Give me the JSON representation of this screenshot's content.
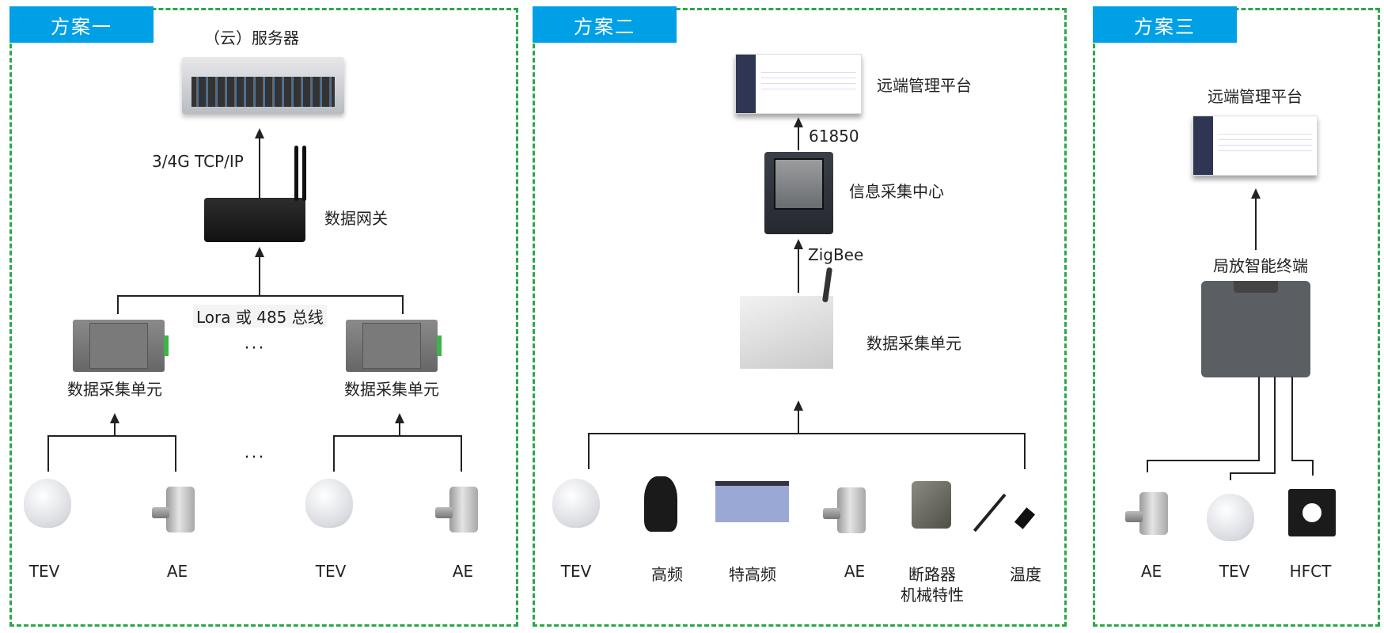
{
  "colors": {
    "tab": "#00a0e6",
    "border": "#2aa84a"
  },
  "scheme1": {
    "title": "方案一",
    "server_label": "（云）服务器",
    "link_label": "3/4G TCP/IP",
    "gateway_label": "数据网关",
    "bus_label": "Lora 或 485 总线",
    "dcu_label": "数据采集单元",
    "ellipsis": "···",
    "sensors": [
      "TEV",
      "AE",
      "TEV",
      "AE"
    ]
  },
  "scheme2": {
    "title": "方案二",
    "platform_label": "远端管理平台",
    "protocol_label": "61850",
    "center_label": "信息采集中心",
    "wireless_label": "ZigBee",
    "dcu_label": "数据采集单元",
    "sensors": [
      "TEV",
      "高频",
      "特高频",
      "AE",
      "断路器\n机械特性",
      "温度"
    ],
    "sensor_cb_line1": "断路器",
    "sensor_cb_line2": "机械特性"
  },
  "scheme3": {
    "title": "方案三",
    "platform_label": "远端管理平台",
    "terminal_label": "局放智能终端",
    "sensors": [
      "AE",
      "TEV",
      "HFCT"
    ]
  }
}
